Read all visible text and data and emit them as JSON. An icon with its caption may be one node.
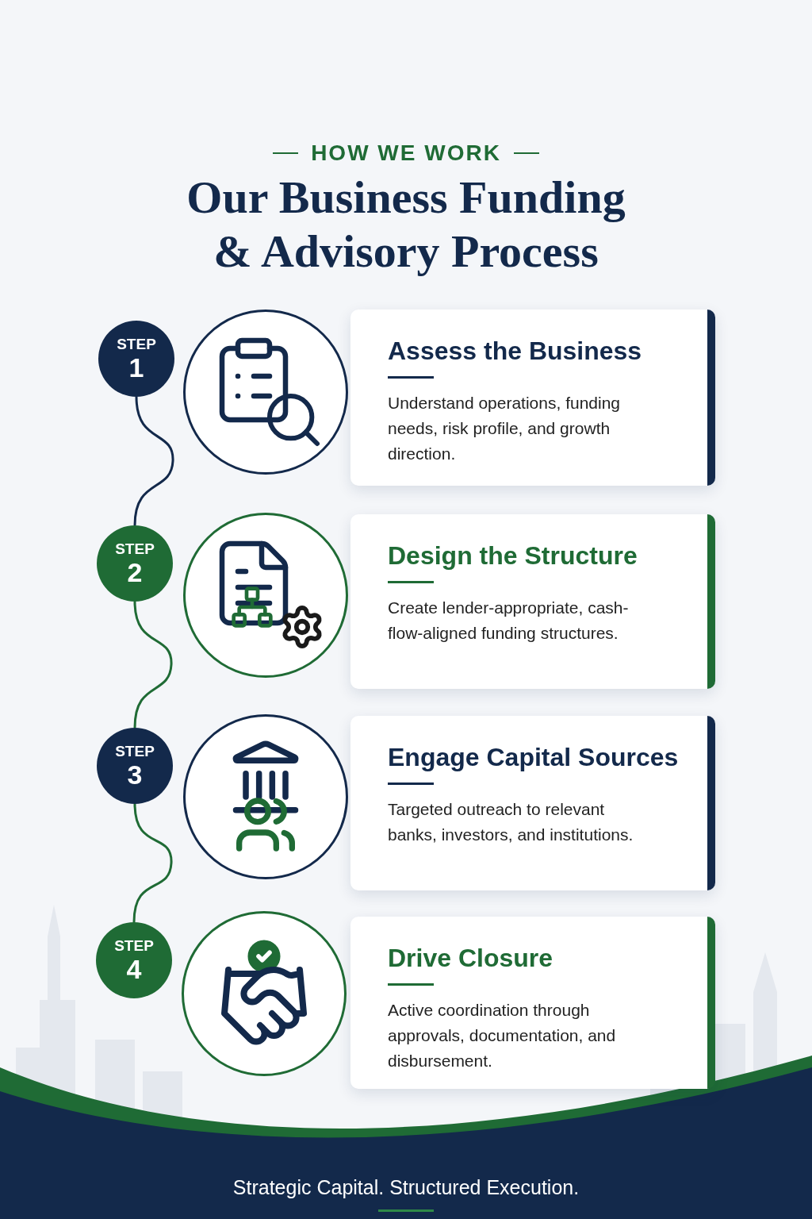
{
  "diagram": {
    "title": "Our Business Funding & Advisory Process",
    "nodes": [
      {
        "text": [
          "STEP",
          "1"
        ]
      },
      {
        "text": [
          "STEP",
          "2"
        ]
      },
      {
        "text": [
          "STEP",
          "3"
        ]
      },
      {
        "text": [
          "STEP",
          "4"
        ]
      },
      {
        "text": [
          "Assess the Business",
          "Understand operations, funding needs, risk profile, and growth direction."
        ]
      },
      {
        "text": [
          "Design the Structure",
          "Create lender-appropriate, cash-flow-aligned funding structures."
        ]
      },
      {
        "text": [
          "Engage Capital Sources",
          "Targeted outreach to relevant banks, investors, and institutions."
        ]
      },
      {
        "text": [
          "Drive Closure",
          "Active coordination through approvals, documentation, and disbursement."
        ]
      }
    ],
    "edges": [
      {
        "from": 0,
        "to": 1,
        "arrow": "none",
        "color": "#13294b"
      },
      {
        "from": 1,
        "to": 2,
        "arrow": "none"
      },
      {
        "from": 2,
        "to": 3,
        "arrow": "none"
      }
    ],
    "labels": [
      "HOW WE WORK",
      "Strategic Capital. Structured Execution."
    ]
  }
}
